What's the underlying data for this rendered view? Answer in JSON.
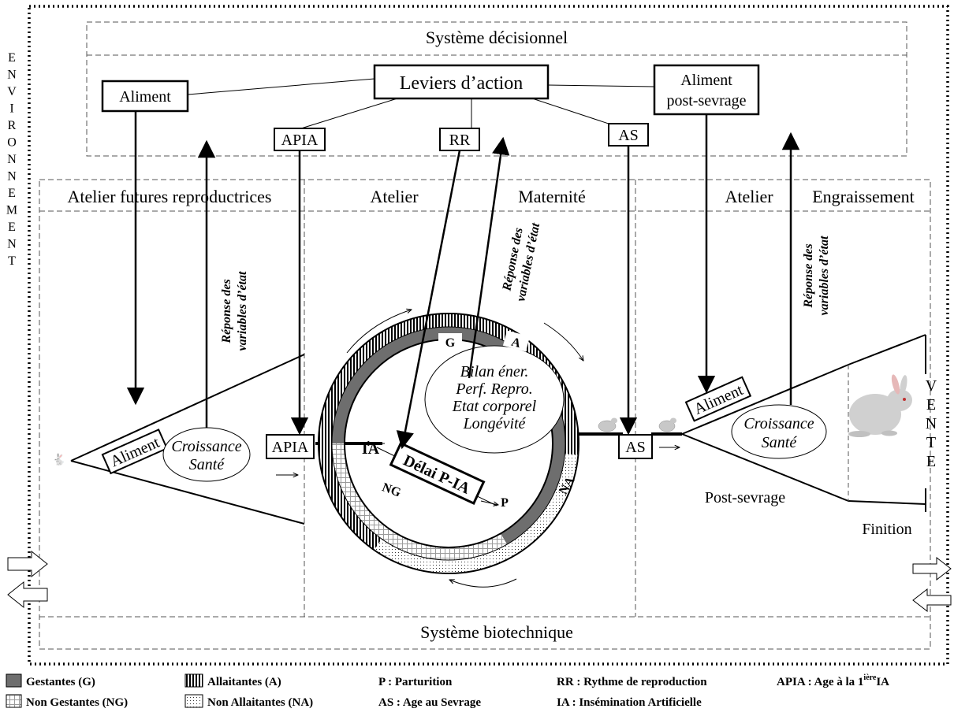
{
  "environment": "ENVIRONNEMENT",
  "vente": "VENTE",
  "systems": {
    "decisionnel": "Système décisionnel",
    "biotechnique": "Système biotechnique"
  },
  "levers": {
    "title": "Leviers d’action",
    "aliment": "Aliment",
    "aliment_ps_line1": "Aliment",
    "aliment_ps_line2": "post-sevrage",
    "apia": "APIA",
    "rr": "RR",
    "as": "AS"
  },
  "workshops": {
    "futures": "Atelier futures reproductrices",
    "atelier": "Atelier",
    "maternite": "Maternité",
    "atelier2": "Atelier",
    "engraissement": "Engraissement"
  },
  "response": {
    "line1": "Réponse des",
    "line2": "variables d’état"
  },
  "croissance": {
    "line1": "Croissance",
    "line2": "Santé"
  },
  "cycle": {
    "g": "G",
    "a": "A",
    "na": "NA",
    "ng": "NG",
    "ia": "IA",
    "p": "P",
    "delai": "Délai P-IA"
  },
  "bilan": [
    "Bilan éner.",
    "Perf. Repro.",
    "Etat corporel",
    "Longévité"
  ],
  "tags": {
    "aliment_left": "Aliment",
    "apia": "APIA",
    "as": "AS",
    "aliment_right": "Aliment"
  },
  "post_sevrage": "Post-sevrage",
  "finition": "Finition",
  "legend": {
    "gestantes": "Gestantes (G)",
    "non_gestantes": "Non Gestantes (NG)",
    "allaitantes": "Allaitantes (A)",
    "non_allaitantes": "Non Allaitantes (NA)",
    "p": "P : Parturition",
    "as": "AS : Age au Sevrage",
    "rr": "RR : Rythme de reproduction",
    "ia": "IA : Insémination Artificielle",
    "apia_prefix": "APIA : Age à la 1",
    "apia_sup": "ière",
    "apia_suffix": "IA"
  },
  "colors": {
    "gestantes": "#6e6e6e",
    "lines": "#000000",
    "dashed": "#555555"
  }
}
